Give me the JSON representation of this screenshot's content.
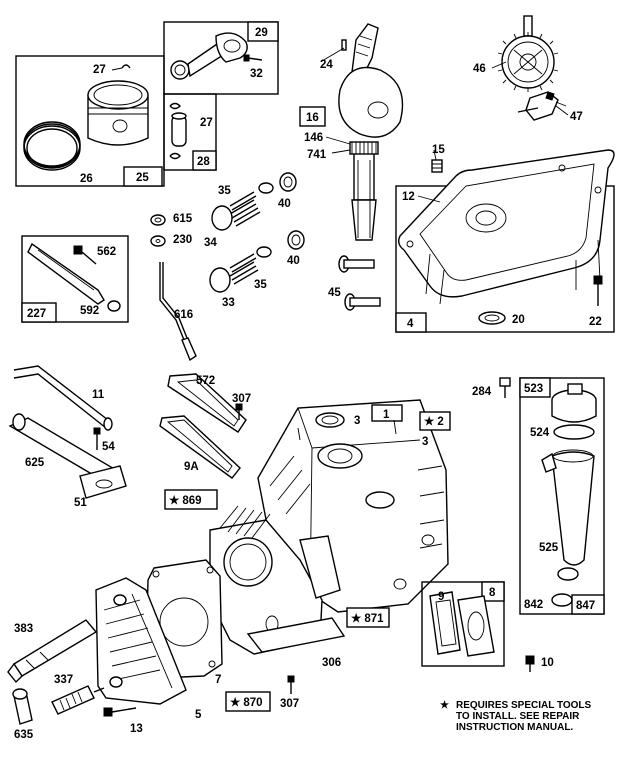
{
  "labels": {
    "l29": "29",
    "l27a": "27",
    "l32": "32",
    "l27b": "27",
    "l28": "28",
    "l26": "26",
    "l25": "25",
    "l24": "24",
    "l16": "16",
    "l146": "146",
    "l741": "741",
    "l46": "46",
    "l47": "47",
    "l15": "15",
    "l12": "12",
    "l35a": "35",
    "l40a": "40",
    "l615": "615",
    "l230": "230",
    "l34": "34",
    "l40b": "40",
    "l35b": "35",
    "l33": "33",
    "l616": "616",
    "l562": "562",
    "l227": "227",
    "l592": "592",
    "l45": "45",
    "l4": "4",
    "l20": "20",
    "l22": "22",
    "l11": "11",
    "l572": "572",
    "l307a": "307",
    "l54": "54",
    "l625": "625",
    "l51": "51",
    "l3a": "3",
    "l1": "1",
    "l2": "2",
    "l3b": "3",
    "l9a": "9A",
    "l869": "869",
    "l284": "284",
    "l523": "523",
    "l524": "524",
    "l525": "525",
    "l842": "842",
    "l847": "847",
    "l9": "9",
    "l8": "8",
    "l871": "871",
    "l306": "306",
    "l10": "10",
    "l383": "383",
    "l7": "7",
    "l337": "337",
    "l870": "870",
    "l307b": "307",
    "l5": "5",
    "l635": "635",
    "l13": "13"
  },
  "star_symbol": "★",
  "footnote": {
    "line1": "REQUIRES SPECIAL TOOLS",
    "line2": "TO INSTALL.  SEE REPAIR",
    "line3": "INSTRUCTION MANUAL."
  }
}
